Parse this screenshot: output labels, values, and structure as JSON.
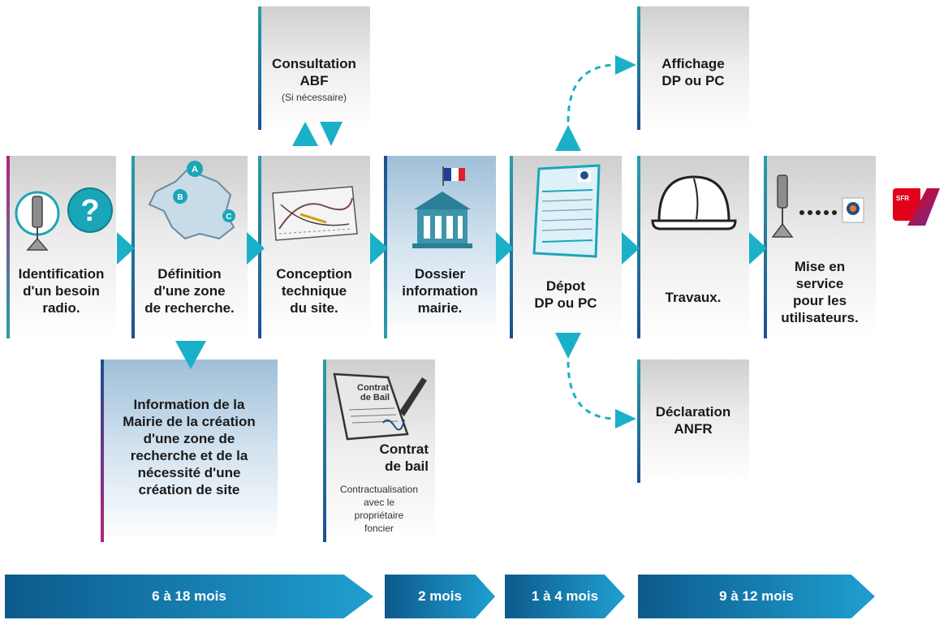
{
  "steps": {
    "identification": {
      "lines": [
        "Identification",
        "d'un besoin",
        "radio."
      ]
    },
    "definition": {
      "lines": [
        "Définition",
        "d'une zone",
        "de recherche."
      ]
    },
    "conception": {
      "lines": [
        "Conception",
        "technique",
        "du site."
      ]
    },
    "dossier": {
      "lines": [
        "Dossier",
        "information",
        "mairie."
      ]
    },
    "depot": {
      "lines": [
        "Dépot",
        "DP ou PC"
      ]
    },
    "travaux": {
      "lines": [
        "Travaux."
      ]
    },
    "mise": {
      "lines": [
        "Mise en",
        "service",
        "pour les",
        "utilisateurs."
      ]
    },
    "consultation": {
      "lines": [
        "Consultation",
        "ABF"
      ],
      "note": "(Si nécessaire)"
    },
    "affichage": {
      "lines": [
        "Affichage",
        "DP ou PC"
      ]
    },
    "declaration": {
      "lines": [
        "Déclaration",
        "ANFR"
      ]
    },
    "information": {
      "lines": [
        "Information de la",
        "Mairie de la création",
        "d'une zone de",
        "recherche et de la",
        "nécessité d'une",
        "création de site"
      ]
    },
    "contrat": {
      "lines": [
        "Contrat",
        "de bail"
      ],
      "note_lines": [
        "Contractualisation",
        "avec le",
        "propriétaire",
        "foncier"
      ]
    }
  },
  "map_pins": [
    "A",
    "B",
    "C"
  ],
  "contract_doc_text": [
    "Contrat",
    "de Bail"
  ],
  "logo_sfr": "SFR",
  "timeline": [
    {
      "label": "6 à 18 mois"
    },
    {
      "label": "2 mois"
    },
    {
      "label": "1 à 4 mois"
    },
    {
      "label": "9 à 12 mois"
    }
  ],
  "colors": {
    "accent_teal": "#1ab0c8",
    "bar_magenta": "#b0257a",
    "bar_teal": "#2a9fa7",
    "bar_blue": "#1d4f91",
    "timeline_dark": "#0d5a8c",
    "timeline_light": "#1f9fd0",
    "sfr_red": "#e2001a",
    "sfr_purple": "#6b2c91"
  },
  "icons": [
    "antenna-icon",
    "question-icon",
    "france-map-icon",
    "blueprint-icon",
    "town-hall-icon",
    "french-flag-icon",
    "form-document-icon",
    "hard-hat-icon",
    "antenna-connection-icon",
    "contract-icon",
    "sfr-logo"
  ]
}
